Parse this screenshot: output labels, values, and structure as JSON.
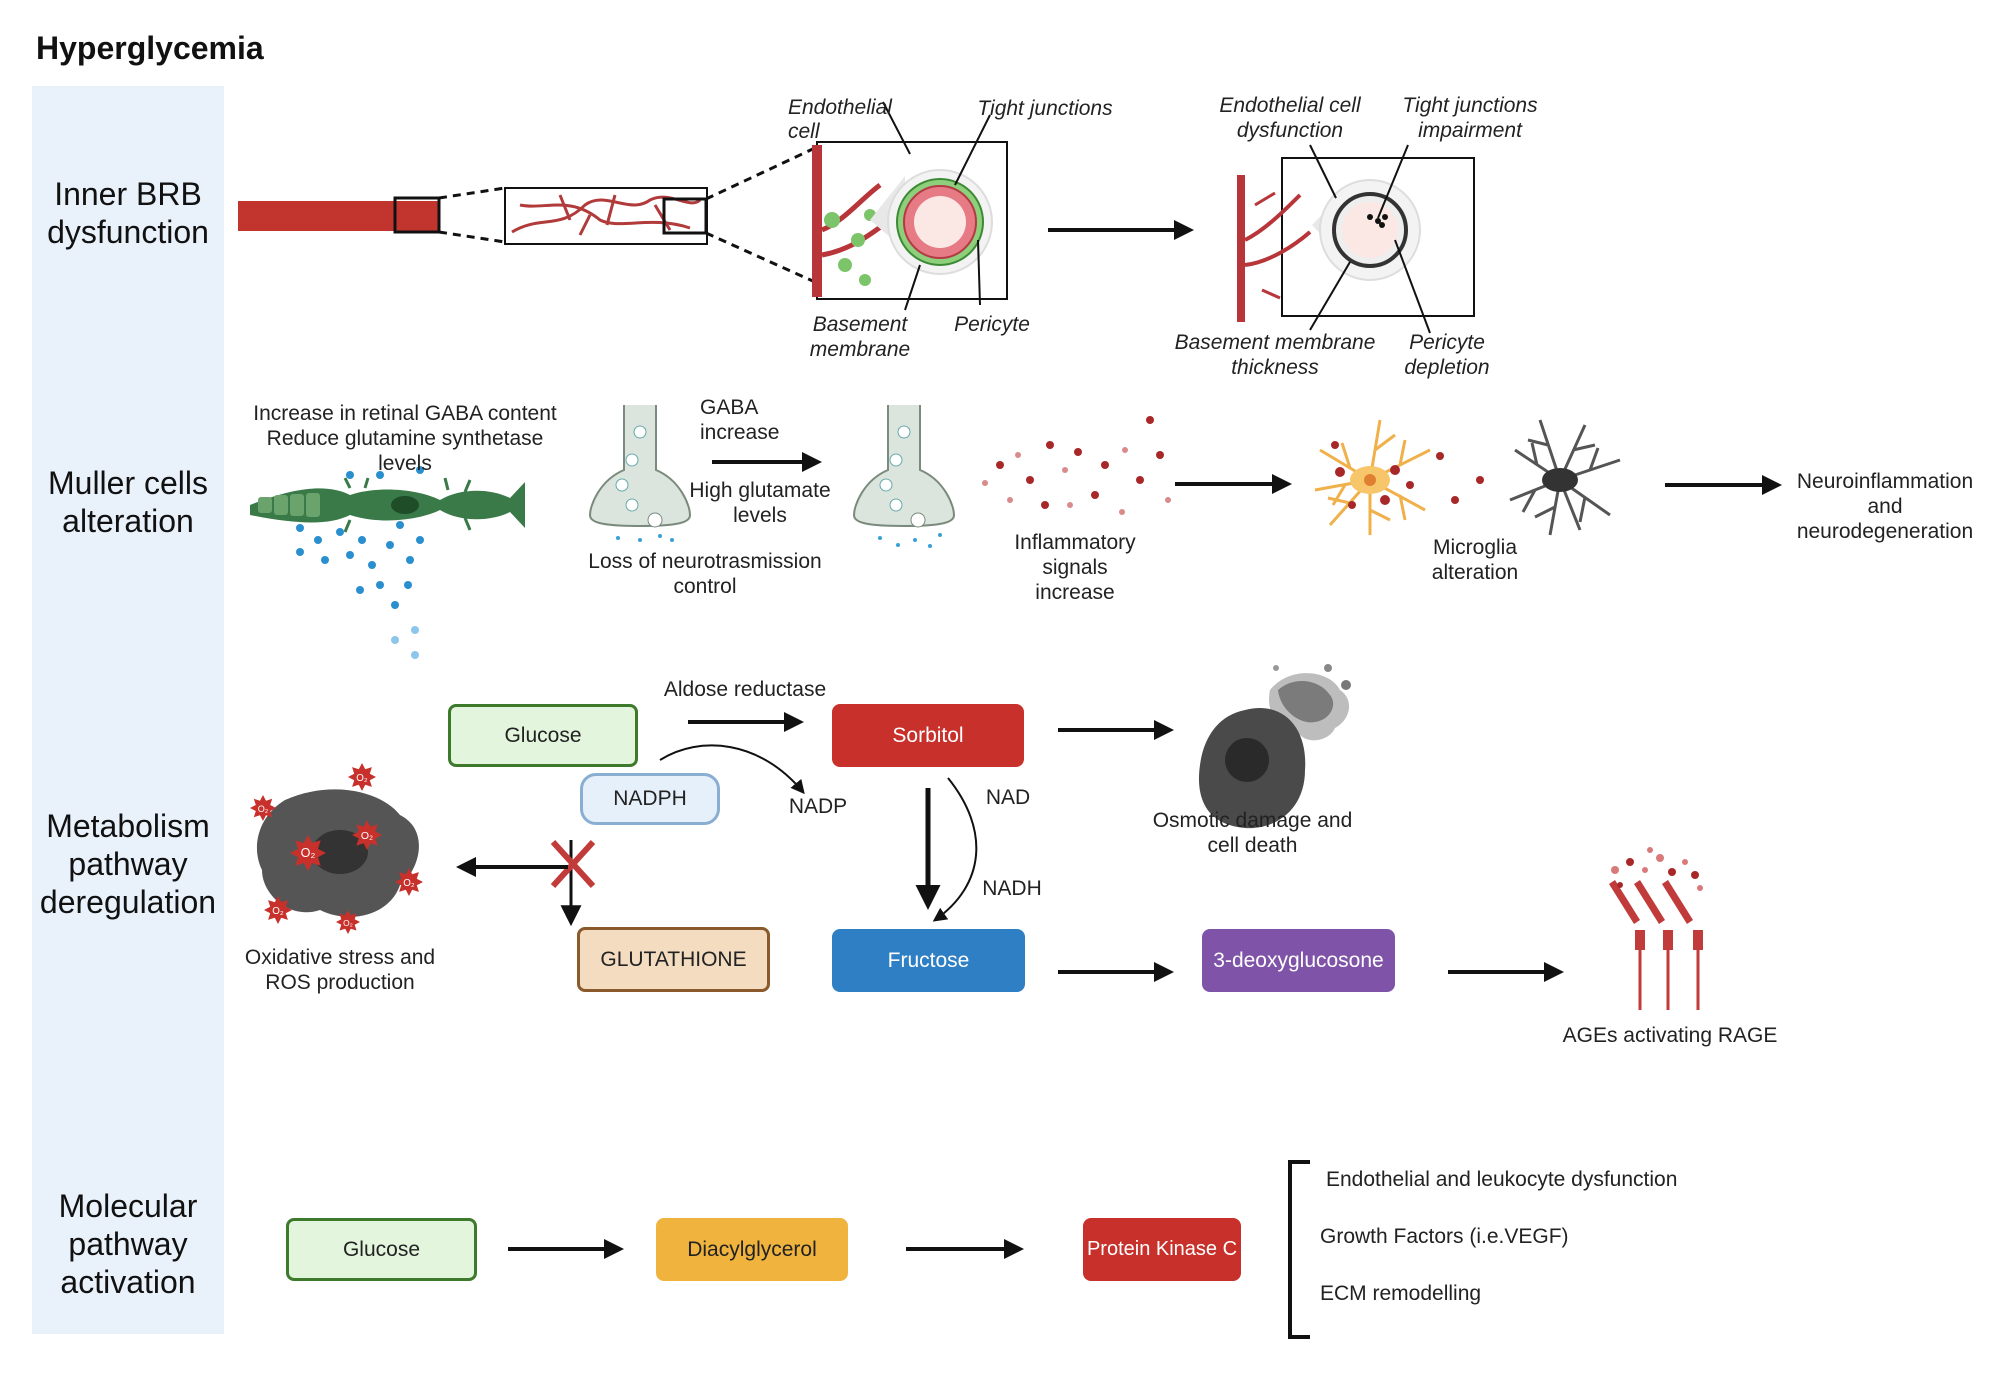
{
  "title": "Hyperglycemia",
  "rows": {
    "brb": "Inner BRB\ndysfunction",
    "muller": "Muller cells\nalteration",
    "metabolism": "Metabolism\npathway\nderegulation",
    "molecular": "Molecular\npathway\nactivation"
  },
  "brb": {
    "endothelial_cell": "Endothelial\ncell",
    "tight_junctions": "Tight junctions",
    "basement_membrane": "Basement\nmembrane",
    "pericyte": "Pericyte",
    "endothelial_dysfunction": "Endothelial cell\ndysfunction",
    "tight_junctions_impairment": "Tight junctions\nimpairment",
    "basement_membrane_thickness": "Basement membrane\nthickness",
    "pericyte_depletion": "Pericyte\ndepletion"
  },
  "muller": {
    "gaba_content": "Increase in retinal GABA content\nReduce glutamine synthetase\nlevels",
    "gaba_increase": "GABA\nincrease",
    "high_glutamate": "High glutamate\nlevels",
    "loss_control": "Loss of  neurotrasmission\ncontrol",
    "inflammatory": "Inflammatory\nsignals\nincrease",
    "microglia": "Microglia\nalteration",
    "neuroinflammation": "Neuroinflammation\nand\nneurodegeneration"
  },
  "metabolism": {
    "aldose_reductase": "Aldose reductase",
    "glucose": "Glucose",
    "sorbitol": "Sorbitol",
    "nadph": "NADPH",
    "nadp": "NADP",
    "nad": "NAD",
    "nadh": "NADH",
    "glutathione": "GLUTATHIONE",
    "fructose": "Fructose",
    "deoxyglucosone": "3-deoxyglucosone",
    "osmotic": "Osmotic damage and\ncell death",
    "oxidative": "Oxidative stress and\nROS production",
    "ages": "AGEs activating RAGE",
    "o2_label": "O₂"
  },
  "molecular": {
    "glucose": "Glucose",
    "diacylglycerol": "Diacylglycerol",
    "pkc": "Protein Kinase C",
    "outcomes": [
      "Endothelial and leukocyte dysfunction",
      "Growth Factors (i.e.VEGF)",
      "ECM remodelling"
    ]
  },
  "colors": {
    "sidebar": "#e9f1fb",
    "vessel_red": "#c1352e",
    "glucose_fill": "#e3f5dd",
    "glucose_border": "#3d7a2c",
    "sorbitol": "#c8302b",
    "nadph_fill": "#e6f0fb",
    "nadph_border": "#8aaed2",
    "glutathione_fill": "#f3dcc0",
    "glutathione_border": "#8a5a2c",
    "fructose": "#2f7fc5",
    "deoxyglucosone": "#7f54a8",
    "diacylglycerol": "#f0b43e",
    "pkc": "#c8302b",
    "muller_green": "#3a7a48"
  }
}
